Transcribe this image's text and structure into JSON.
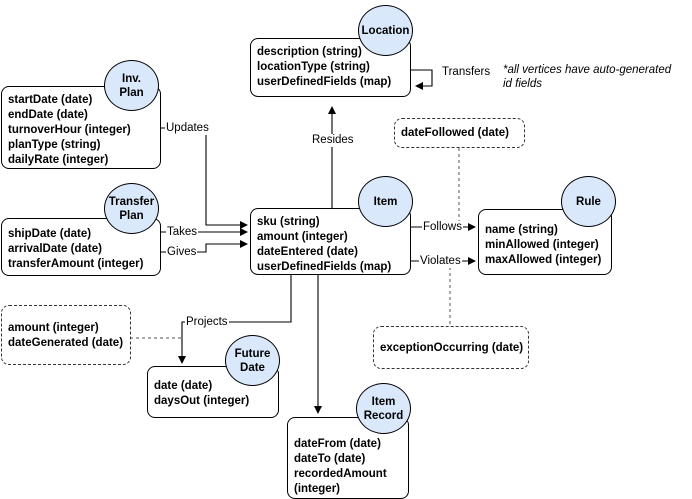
{
  "vertices": {
    "location": {
      "label": "Location",
      "fields": [
        "description (string)",
        "locationType (string)",
        "userDefinedFields (map)"
      ]
    },
    "inv_plan": {
      "label_line1": "Inv.",
      "label_line2": "Plan",
      "fields": [
        "startDate (date)",
        "endDate (date)",
        "turnoverHour (integer)",
        "planType (string)",
        "dailyRate (integer)"
      ]
    },
    "transfer_plan": {
      "label_line1": "Transfer",
      "label_line2": "Plan",
      "fields": [
        "shipDate (date)",
        "arrivalDate (date)",
        "transferAmount (integer)"
      ]
    },
    "item": {
      "label": "Item",
      "fields": [
        "sku (string)",
        "amount (integer)",
        "dateEntered (date)",
        "userDefinedFields (map)"
      ]
    },
    "rule": {
      "label": "Rule",
      "fields": [
        "name (string)",
        "minAllowed (integer)",
        "maxAllowed (integer)"
      ]
    },
    "future_date": {
      "label_line1": "Future",
      "label_line2": "Date",
      "fields": [
        "date (date)",
        "daysOut (integer)"
      ]
    },
    "item_record": {
      "label_line1": "Item",
      "label_line2": "Record",
      "fields": [
        "dateFrom (date)",
        "dateTo (date)",
        "recordedAmount",
        "(integer)"
      ]
    }
  },
  "edge_properties": {
    "follows": [
      "dateFollowed (date)"
    ],
    "violates": [
      "exceptionOccurring (date)"
    ],
    "projects": [
      "amount (integer)",
      "dateGenerated (date)"
    ]
  },
  "edges": {
    "transfers": "Transfers",
    "updates": "Updates",
    "resides": "Resides",
    "takes": "Takes",
    "gives": "Gives",
    "follows": "Follows",
    "violates": "Violates",
    "projects": "Projects"
  },
  "note": {
    "line1": "*all vertices have auto-generated",
    "line2": "id fields"
  }
}
